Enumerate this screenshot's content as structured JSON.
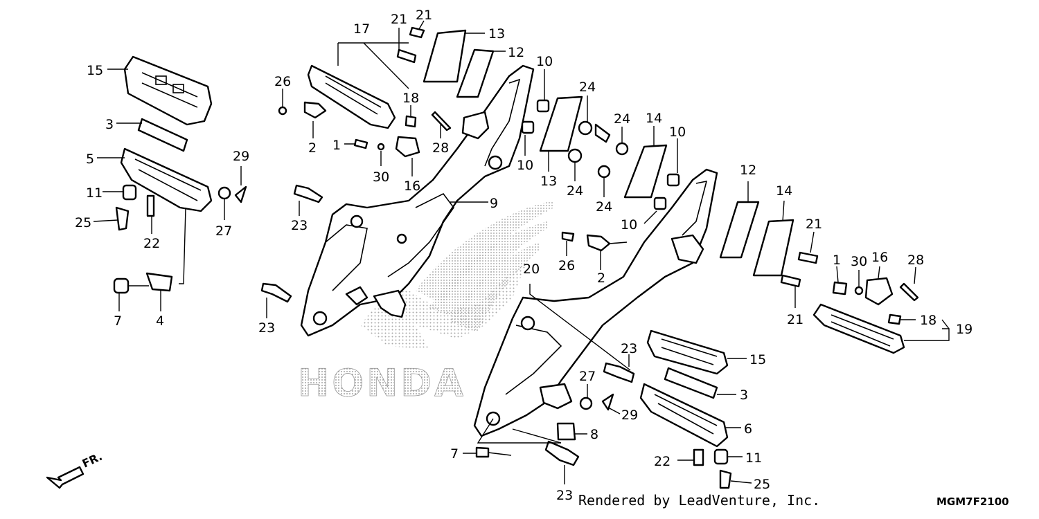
{
  "diagram": {
    "watermark_text": "HONDA",
    "front_arrow_label": "FR.",
    "rendered_by": "Rendered by LeadVenture, Inc.",
    "reference_code": "MGM7F2100",
    "callouts": [
      {
        "id": "c15a",
        "text": "15"
      },
      {
        "id": "c3a",
        "text": "3"
      },
      {
        "id": "c5",
        "text": "5"
      },
      {
        "id": "c11a",
        "text": "11"
      },
      {
        "id": "c25a",
        "text": "25"
      },
      {
        "id": "c22a",
        "text": "22"
      },
      {
        "id": "c27a",
        "text": "27"
      },
      {
        "id": "c29a",
        "text": "29"
      },
      {
        "id": "c7a",
        "text": "7"
      },
      {
        "id": "c4",
        "text": "4"
      },
      {
        "id": "c17",
        "text": "17"
      },
      {
        "id": "c21a",
        "text": "21"
      },
      {
        "id": "c21b",
        "text": "21"
      },
      {
        "id": "c13a",
        "text": "13"
      },
      {
        "id": "c12a",
        "text": "12"
      },
      {
        "id": "c26a",
        "text": "26"
      },
      {
        "id": "c18a",
        "text": "18"
      },
      {
        "id": "c2a",
        "text": "2"
      },
      {
        "id": "c1a",
        "text": "1"
      },
      {
        "id": "c30a",
        "text": "30"
      },
      {
        "id": "c16a",
        "text": "16"
      },
      {
        "id": "c28a",
        "text": "28"
      },
      {
        "id": "c9",
        "text": "9"
      },
      {
        "id": "c23a",
        "text": "23"
      },
      {
        "id": "c23b",
        "text": "23"
      },
      {
        "id": "c10a",
        "text": "10"
      },
      {
        "id": "c24a",
        "text": "24"
      },
      {
        "id": "c10b",
        "text": "10"
      },
      {
        "id": "c13b",
        "text": "13"
      },
      {
        "id": "c24b",
        "text": "24"
      },
      {
        "id": "c24c",
        "text": "24"
      },
      {
        "id": "c14a",
        "text": "14"
      },
      {
        "id": "c10c",
        "text": "10"
      },
      {
        "id": "c24d",
        "text": "24"
      },
      {
        "id": "c10d",
        "text": "10"
      },
      {
        "id": "c12b",
        "text": "12"
      },
      {
        "id": "c14b",
        "text": "14"
      },
      {
        "id": "c21c",
        "text": "21"
      },
      {
        "id": "c26b",
        "text": "26"
      },
      {
        "id": "c2b",
        "text": "2"
      },
      {
        "id": "c20",
        "text": "20"
      },
      {
        "id": "c1b",
        "text": "1"
      },
      {
        "id": "c30b",
        "text": "30"
      },
      {
        "id": "c16b",
        "text": "16"
      },
      {
        "id": "c28b",
        "text": "28"
      },
      {
        "id": "c21d",
        "text": "21"
      },
      {
        "id": "c18b",
        "text": "18"
      },
      {
        "id": "c19",
        "text": "19"
      },
      {
        "id": "c23c",
        "text": "23"
      },
      {
        "id": "c15b",
        "text": "15"
      },
      {
        "id": "c27b",
        "text": "27"
      },
      {
        "id": "c3b",
        "text": "3"
      },
      {
        "id": "c29b",
        "text": "29"
      },
      {
        "id": "c6",
        "text": "6"
      },
      {
        "id": "c8",
        "text": "8"
      },
      {
        "id": "c7b",
        "text": "7"
      },
      {
        "id": "c23d",
        "text": "23"
      },
      {
        "id": "c22b",
        "text": "22"
      },
      {
        "id": "c11b",
        "text": "11"
      },
      {
        "id": "c25b",
        "text": "25"
      }
    ]
  }
}
